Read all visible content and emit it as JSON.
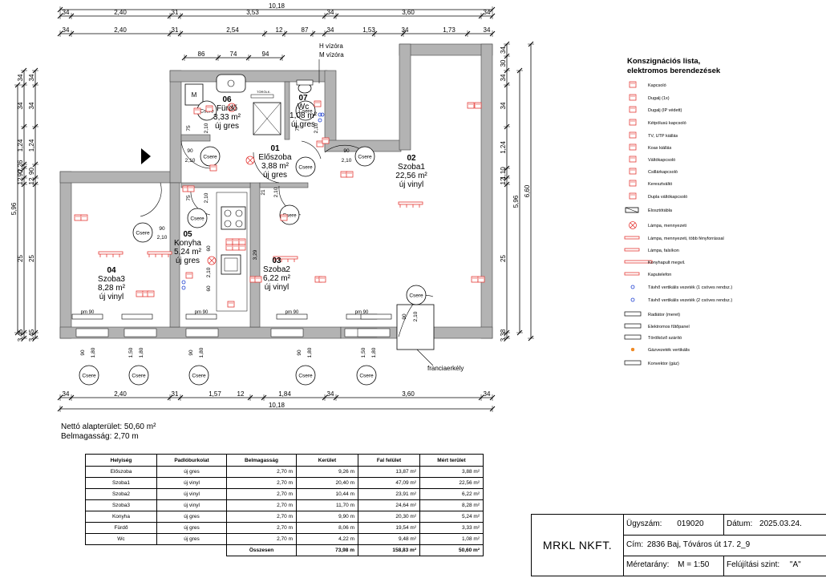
{
  "dimensions": {
    "top_row1": [
      "34",
      "2,40",
      "31",
      "3,53",
      "34",
      "3,60",
      "34"
    ],
    "top_total": "10,18",
    "top_row2": [
      "34",
      "2,40",
      "31",
      "2,54",
      "12",
      "87",
      "34",
      "1,53",
      "34",
      "1,73",
      "34"
    ],
    "bottom_row": [
      "34",
      "2,40",
      "31",
      "1,57",
      "12",
      "1,84",
      "34",
      "3,60",
      "34"
    ],
    "bottom_total": "10,18",
    "left_outer": [
      "34",
      "34",
      "1,24",
      "2,26",
      "90",
      "12",
      "25",
      "25",
      "3,45",
      "5,96",
      "34",
      "34"
    ],
    "right_outer": [
      "34",
      "30",
      "34",
      "1,24",
      "1,10",
      "12",
      "25",
      "5,96",
      "6,60",
      "3,38",
      "34",
      "34"
    ],
    "bath_top": [
      "86",
      "74",
      "94"
    ],
    "door_widths": [
      "75",
      "2,10",
      "90",
      "2,10",
      "75",
      "2,10",
      "90",
      "2,10",
      "75",
      "2,10",
      "90",
      "2,10",
      "75",
      "2,10",
      "21",
      "3,29",
      "60",
      "2,10",
      "60",
      "90"
    ],
    "window_widths": [
      "90",
      "1,80",
      "1,50",
      "1,80",
      "90",
      "1,80",
      "90",
      "1,80",
      "1,50",
      "1,80",
      "90",
      "1,80"
    ]
  },
  "water_meters": [
    "H vízóra",
    "M vízóra"
  ],
  "rooms": [
    {
      "num": "06",
      "name": "Fürdő",
      "area": "3,33 m²",
      "floor": "új gres"
    },
    {
      "num": "07",
      "name": "Wc",
      "area": "1,08 m²",
      "floor": "új gres"
    },
    {
      "num": "01",
      "name": "Előszoba",
      "area": "3,88 m²",
      "floor": "új gres"
    },
    {
      "num": "02",
      "name": "Szoba1",
      "area": "22,56 m²",
      "floor": "új vinyl"
    },
    {
      "num": "05",
      "name": "Konyha",
      "area": "5,24 m²",
      "floor": "új gres"
    },
    {
      "num": "04",
      "name": "Szoba3",
      "area": "8,28 m²",
      "floor": "új vinyl"
    },
    {
      "num": "03",
      "name": "Szoba2",
      "area": "6,22 m²",
      "floor": "új vinyl"
    }
  ],
  "fixtures": {
    "bath_m": "M",
    "towel": "TÖRÖLK.",
    "radiator": "pm 90",
    "radiator2": "pm 90",
    "radiator3": "pm 90",
    "radiator4": "pm 90"
  },
  "swap_label": "Csere",
  "french_balcony": "franciaerkély",
  "legend": {
    "title_line1": "Konszignációs lista,",
    "title_line2": "elektromos berendezések",
    "items": [
      "Kapcsoló",
      "Dugalj (1x)",
      "Dugalj (IP védett)",
      "Kétpólusú kapcsoló",
      "TV, UTP kiállás",
      "Koax kiállás",
      "Váltókapcsoló",
      "Csillárkapcsoló",
      "Keresztváltó",
      "Dupla váltókapcsoló",
      "Elosztótábla",
      "Lámpa, mennyezeti",
      "Lámpa, mennyezeti, több fényforrással",
      "Lámpa, falsíkon",
      "Konyhapult megvil.",
      "Kaputelefon",
      "Távhő vertikális vezeték (1 csöves rendsz.)",
      "Távhő vertikális vezeték (2 csöves rendsz.)",
      "Radiátor (meret)",
      "Elektromos fűtőpanel",
      "Törölköző szárító",
      "Gázvezeték vertikális",
      "Konvektor (gáz)"
    ]
  },
  "summary": {
    "net_area": "Nettó alapterület: 50,60 m²",
    "room_height": "Belmagasság: 2,70 m"
  },
  "table": {
    "headers": [
      "Helyiség",
      "Padlóburkolat",
      "Belmagasság",
      "Kerület",
      "Fal felület",
      "Mért terület"
    ],
    "rows": [
      [
        "Előszoba",
        "új gres",
        "2,70 m",
        "9,26 m",
        "13,87 m²",
        "3,88 m²"
      ],
      [
        "Szoba1",
        "új vinyl",
        "2,70 m",
        "20,40 m",
        "47,09 m²",
        "22,56 m²"
      ],
      [
        "Szoba2",
        "új vinyl",
        "2,70 m",
        "10,44 m",
        "23,91 m²",
        "6,22 m²"
      ],
      [
        "Szoba3",
        "új vinyl",
        "2,70 m",
        "11,70 m",
        "24,64 m²",
        "8,28 m²"
      ],
      [
        "Konyha",
        "új gres",
        "2,70 m",
        "9,90 m",
        "20,30 m²",
        "5,24 m²"
      ],
      [
        "Fürdő",
        "új gres",
        "2,70 m",
        "8,06 m",
        "19,54 m²",
        "3,33 m²"
      ],
      [
        "Wc",
        "új gres",
        "2,70 m",
        "4,22 m",
        "9,48 m²",
        "1,08 m²"
      ]
    ],
    "total": [
      "Összesen",
      "73,98 m",
      "158,83 m²",
      "50,60 m²"
    ]
  },
  "title_block": {
    "company": "MRKL NKFT.",
    "case_label": "Ügyszám:",
    "case_value": "019020",
    "date_label": "Dátum:",
    "date_value": "2025.03.24.",
    "address_label": "Cím:",
    "address_value": "2836 Baj, Tóváros út 17. 2_9",
    "scale_label": "Méretarány:",
    "scale_value": "M = 1:50",
    "level_label": "Felújítási szint:",
    "level_value": "\"A\""
  },
  "colors": {
    "wall": "#b3b3b3",
    "electric": "#e53935",
    "heating": "#1e3fd1"
  }
}
